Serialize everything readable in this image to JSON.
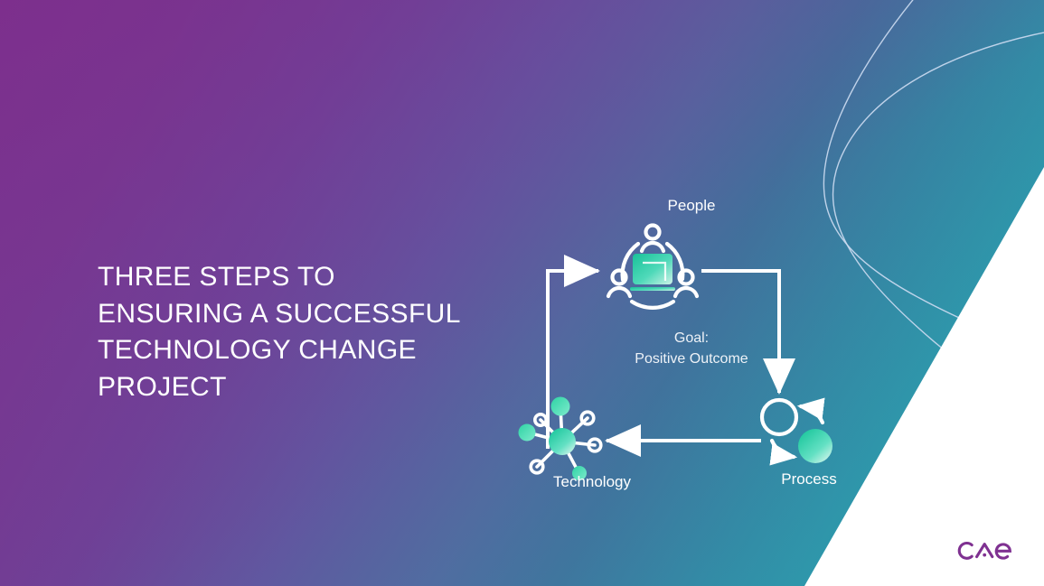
{
  "slide": {
    "title_lines": [
      "THREE STEPS TO",
      "ENSURING A SUCCESSFUL",
      "TECHNOLOGY CHANGE",
      "PROJECT"
    ],
    "title_full": "THREE STEPS TO ENSURING A SUCCESSFUL TECHNOLOGY CHANGE PROJECT"
  },
  "diagram": {
    "type": "cycle",
    "nodes": [
      {
        "id": "people",
        "label": "People",
        "icon": "people-group-icon"
      },
      {
        "id": "process",
        "label": "Process",
        "icon": "process-cycle-icon"
      },
      {
        "id": "technology",
        "label": "Technology",
        "icon": "technology-network-icon"
      }
    ],
    "center_caption": {
      "line1": "Goal:",
      "line2": "Positive Outcome"
    },
    "flow": [
      {
        "from": "technology",
        "to": "people",
        "direction": "up-right"
      },
      {
        "from": "people",
        "to": "process",
        "direction": "right-down"
      },
      {
        "from": "process",
        "to": "technology",
        "direction": "left"
      }
    ]
  },
  "branding": {
    "logo_text": "cae",
    "logo_name": "cae-logo"
  },
  "colors": {
    "purple": "#7D2F8D",
    "violet": "#6F4098",
    "teal": "#2BA6B3",
    "accent_teal_light": "#6EE7C0",
    "accent_teal_dark": "#18B48F",
    "white": "#FFFFFF",
    "logo_purple": "#7F3191",
    "deco_line": "#BFD4EA"
  }
}
